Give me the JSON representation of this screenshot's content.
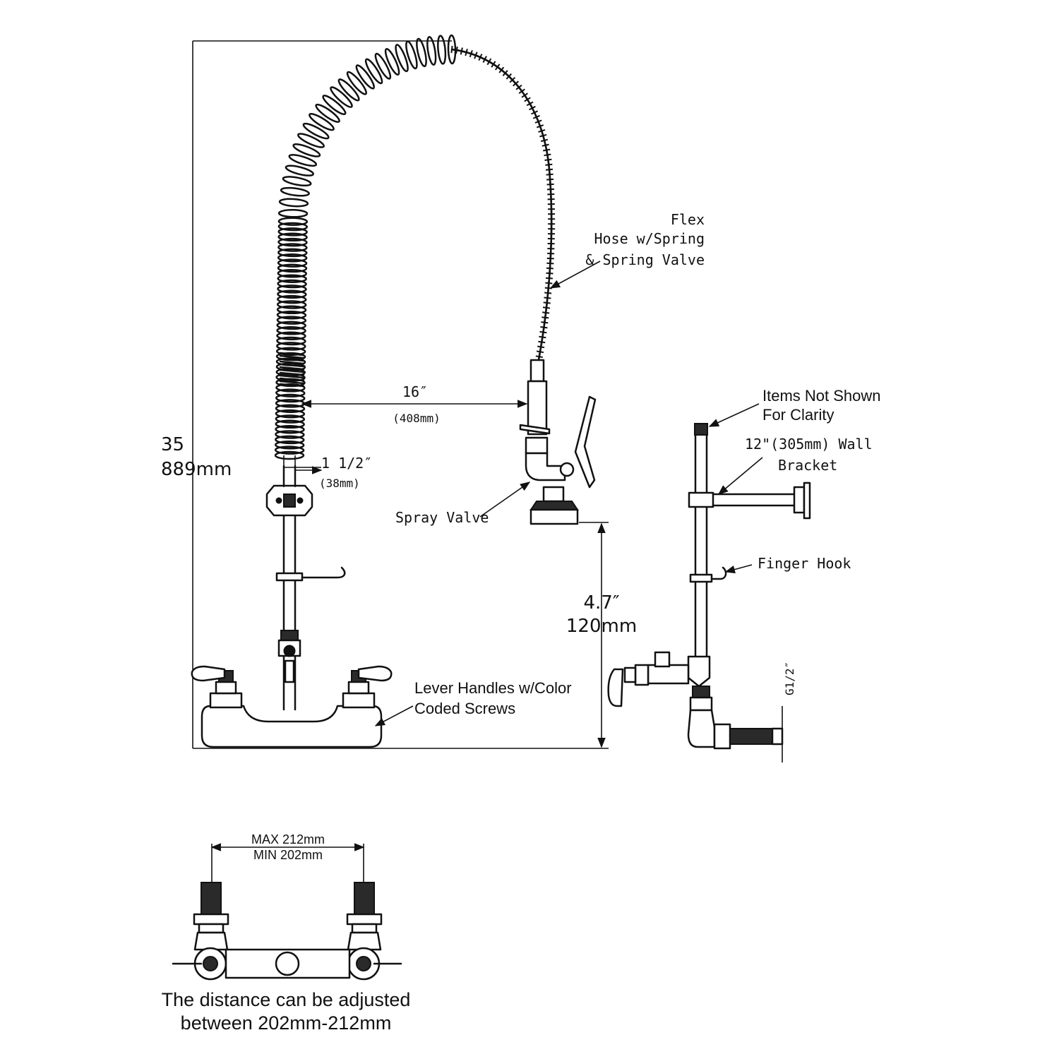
{
  "labels": {
    "flex_hose": [
      "Flex",
      "Hose w/Spring",
      "& Spring Valve"
    ],
    "dim_16_in": "16″",
    "dim_16_mm": "(408mm)",
    "dim_1half_in": "1 1/2″",
    "dim_1half_mm": "(38mm)",
    "height_in": "35",
    "height_mm": "889mm",
    "spray_valve": "Spray Valve",
    "spout_in": "4.7″",
    "spout_mm": "120mm",
    "lever_handles": [
      "Lever Handles w/Color",
      "Coded Screws"
    ],
    "items_not_shown": [
      "Items Not Shown",
      "For Clarity"
    ],
    "wall_bracket": [
      "12\"(305mm) Wall",
      "Bracket"
    ],
    "finger_hook": "Finger Hook",
    "thread": "G1/2″",
    "distance_max": "MAX 212mm",
    "distance_min": "MIN 202mm",
    "adjust_note": [
      "The distance can be adjusted",
      "between 202mm-212mm"
    ]
  }
}
